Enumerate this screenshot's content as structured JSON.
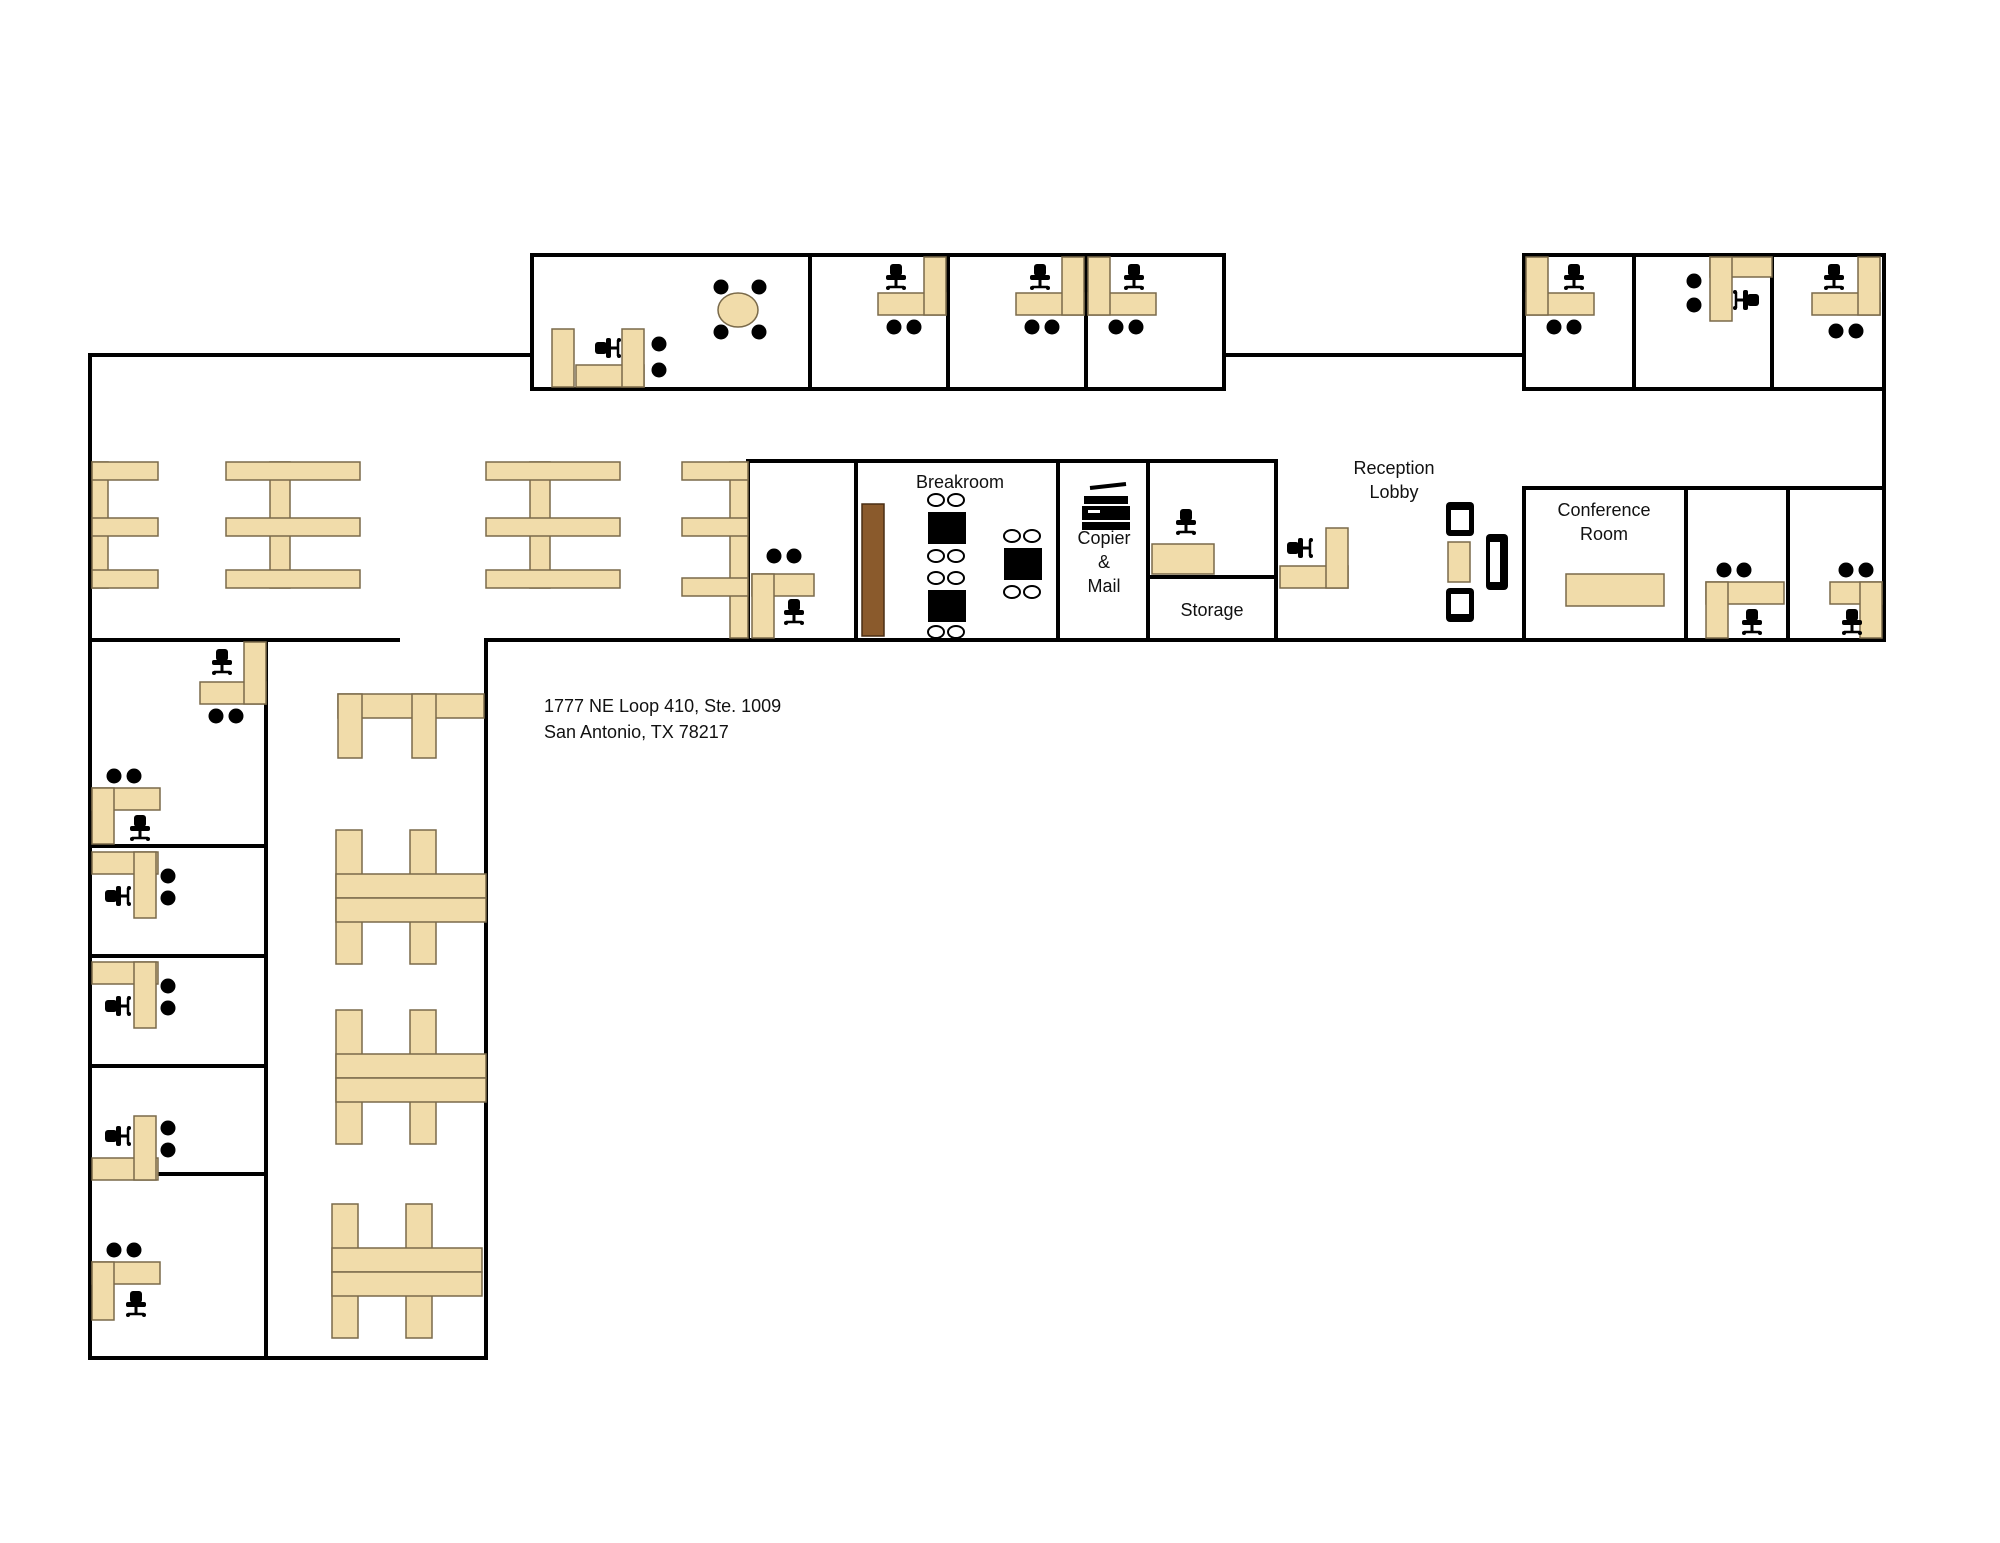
{
  "labels": {
    "breakroom": "Breakroom",
    "copier_line1": "Copier",
    "copier_line2": "&",
    "copier_line3": "Mail",
    "storage": "Storage",
    "reception_line1": "Reception",
    "reception_line2": "Lobby",
    "conference_line1": "Conference",
    "conference_line2": "Room"
  },
  "address": {
    "line1": "1777 NE Loop 410, Ste. 1009",
    "line2": "San Antonio, TX 78217"
  },
  "colors": {
    "desk": "#f1dcaa",
    "wall": "#000000",
    "counter": "#8a5a2c",
    "background": "#ffffff"
  },
  "icons": [
    "office-chair-icon",
    "guest-chair-icon",
    "copier-icon",
    "armchair-icon",
    "sofa-icon",
    "round-table-icon",
    "dining-table-icon"
  ]
}
